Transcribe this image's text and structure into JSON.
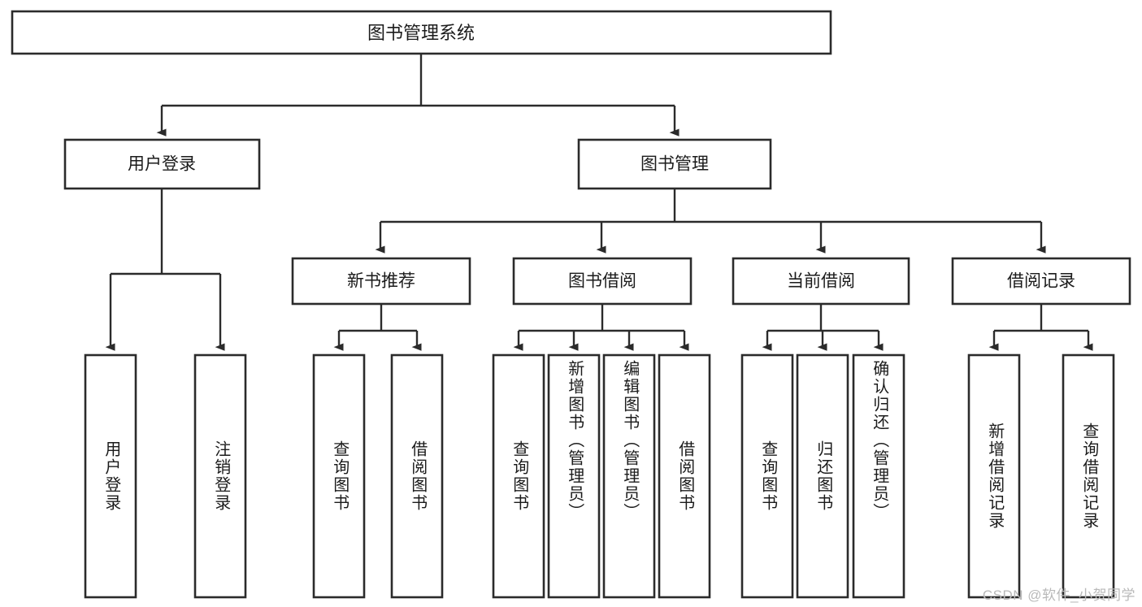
{
  "diagram": {
    "type": "tree",
    "title": "图书管理系统",
    "root": {
      "id": "root",
      "label": "图书管理系统",
      "orientation": "horizontal"
    },
    "level2": [
      {
        "id": "user-login",
        "label": "用户登录",
        "orientation": "horizontal"
      },
      {
        "id": "book-manage",
        "label": "图书管理",
        "orientation": "horizontal"
      }
    ],
    "level3": [
      {
        "id": "new-book-recommend",
        "label": "新书推荐",
        "orientation": "horizontal"
      },
      {
        "id": "book-borrow",
        "label": "图书借阅",
        "orientation": "horizontal"
      },
      {
        "id": "current-borrow",
        "label": "当前借阅",
        "orientation": "horizontal"
      },
      {
        "id": "borrow-record",
        "label": "借阅记录",
        "orientation": "horizontal"
      }
    ],
    "leaves": [
      {
        "id": "leaf-user-login",
        "parent": "user-login",
        "label": "用户登录",
        "orientation": "vertical"
      },
      {
        "id": "leaf-user-logout",
        "parent": "user-login",
        "label": "注销登录",
        "orientation": "vertical"
      },
      {
        "id": "leaf-query-book-1",
        "parent": "new-book-recommend",
        "label": "查询图书",
        "orientation": "vertical"
      },
      {
        "id": "leaf-borrow-book-1",
        "parent": "new-book-recommend",
        "label": "借阅图书",
        "orientation": "vertical"
      },
      {
        "id": "leaf-query-book-2",
        "parent": "book-borrow",
        "label": "查询图书",
        "orientation": "vertical"
      },
      {
        "id": "leaf-add-book",
        "parent": "book-borrow",
        "label": "新增图书（管理员）",
        "orientation": "vertical"
      },
      {
        "id": "leaf-edit-book",
        "parent": "book-borrow",
        "label": "编辑图书（管理员）",
        "orientation": "vertical"
      },
      {
        "id": "leaf-borrow-book-2",
        "parent": "book-borrow",
        "label": "借阅图书",
        "orientation": "vertical"
      },
      {
        "id": "leaf-query-book-3",
        "parent": "current-borrow",
        "label": "查询图书",
        "orientation": "vertical"
      },
      {
        "id": "leaf-return-book",
        "parent": "current-borrow",
        "label": "归还图书",
        "orientation": "vertical"
      },
      {
        "id": "leaf-confirm-return",
        "parent": "current-borrow",
        "label": "确认归还（管理员）",
        "orientation": "vertical"
      },
      {
        "id": "leaf-add-record",
        "parent": "borrow-record",
        "label": "新增借阅记录",
        "orientation": "vertical"
      },
      {
        "id": "leaf-query-record",
        "parent": "borrow-record",
        "label": "查询借阅记录",
        "orientation": "vertical"
      }
    ],
    "colors": {
      "box_stroke": "#2b2b2b",
      "box_fill": "#ffffff",
      "connector": "#2b2b2b",
      "text": "#1b1b1b",
      "background": "#ffffff",
      "watermark": "#b9b9b9"
    }
  },
  "watermark": {
    "text": "CSDN @软件_小贺同学"
  }
}
